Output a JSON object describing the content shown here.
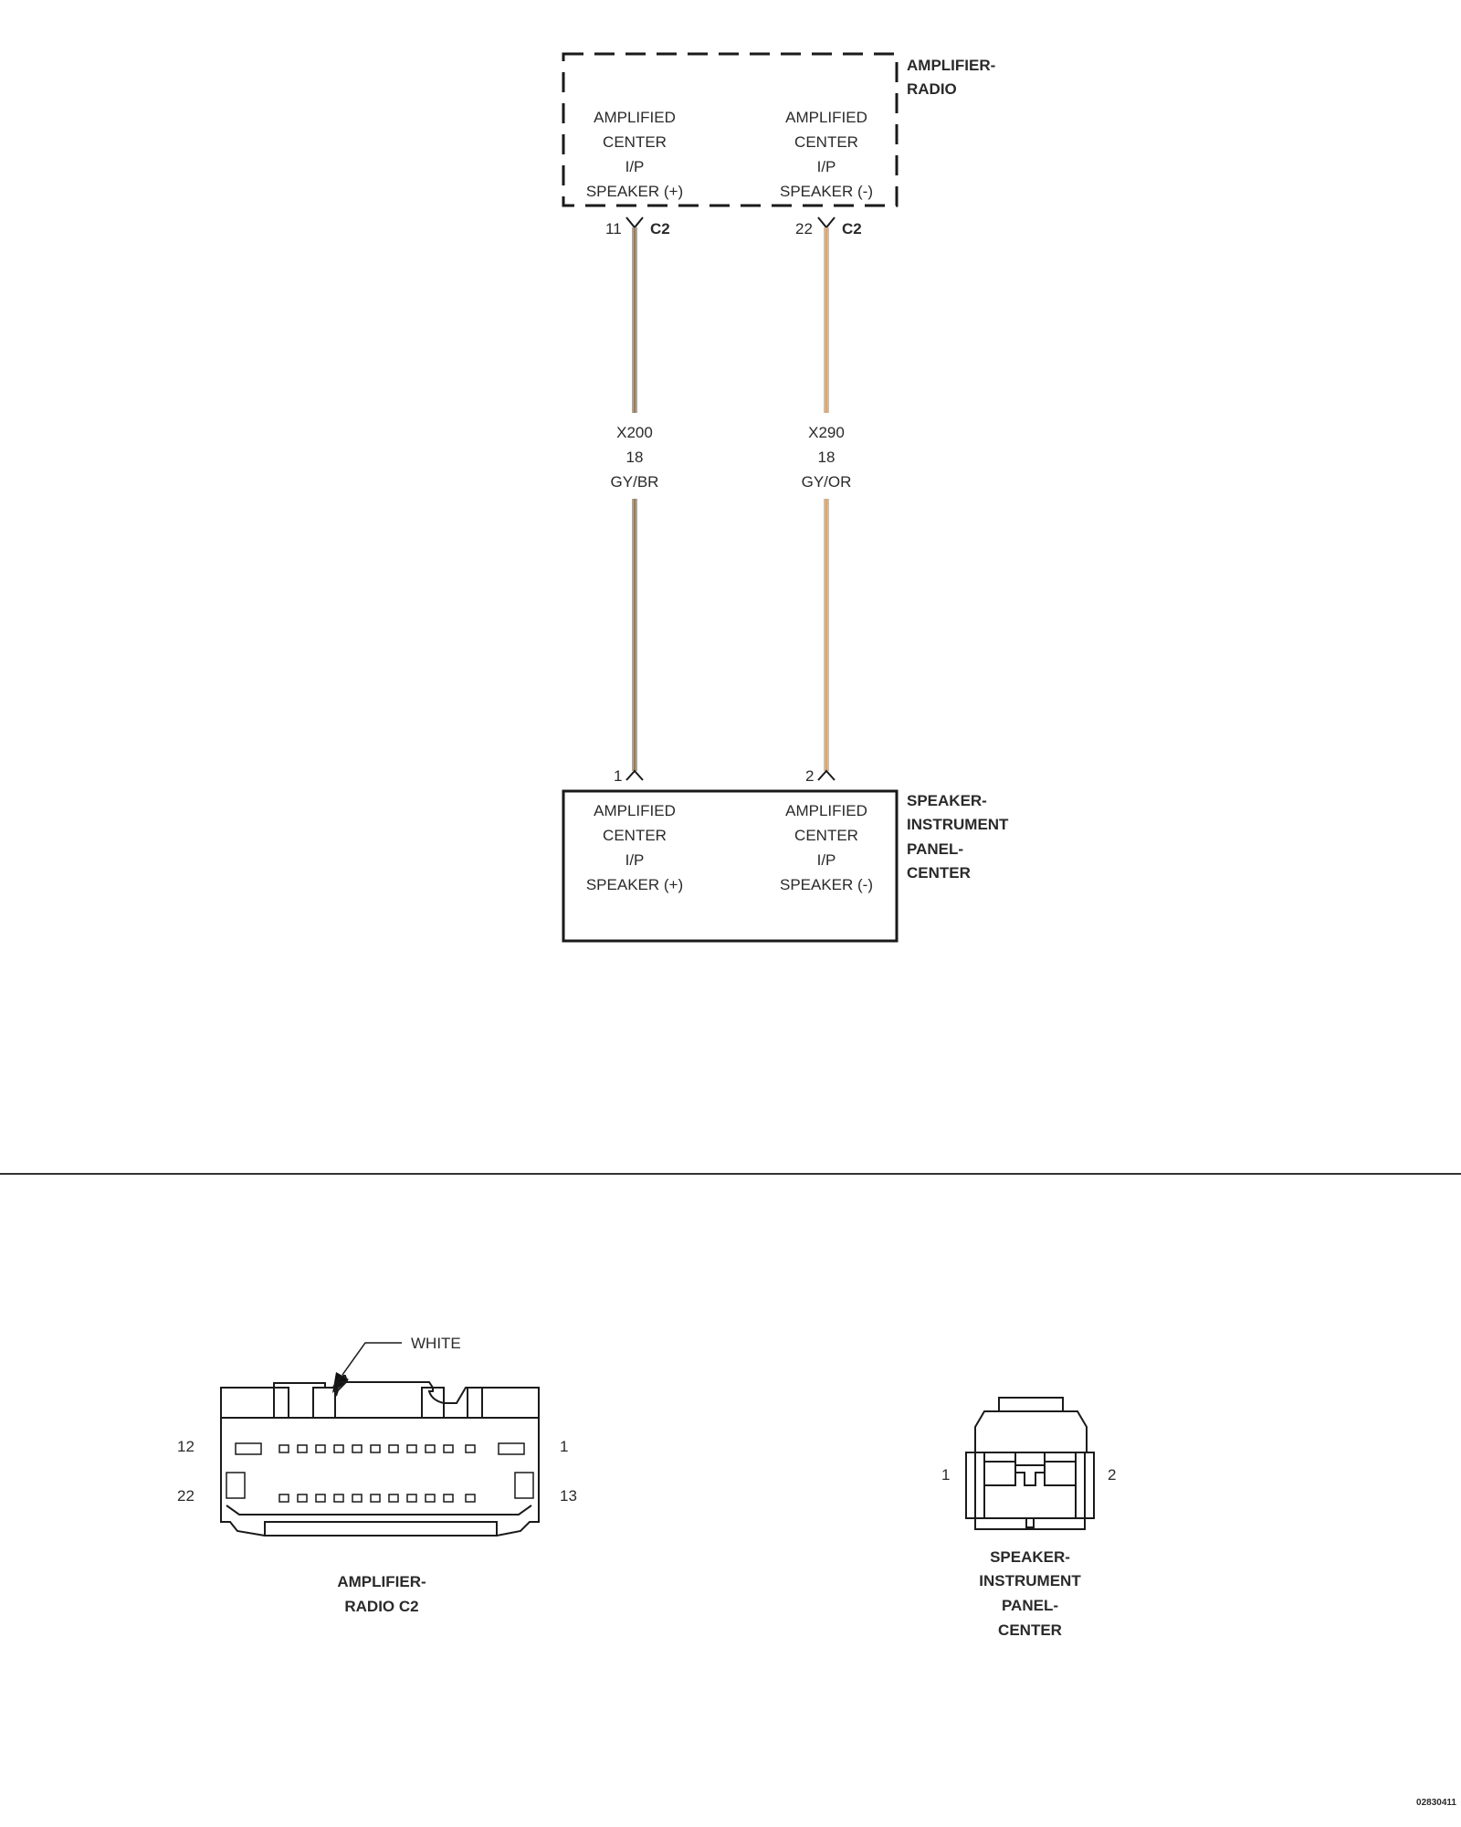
{
  "components": {
    "amplifier_radio": {
      "label_lines": [
        "AMPLIFIER-",
        "RADIO"
      ],
      "border": "dashed",
      "circuits": [
        {
          "lines": [
            "AMPLIFIED",
            "CENTER",
            "I/P",
            "SPEAKER (+)"
          ]
        },
        {
          "lines": [
            "AMPLIFIED",
            "CENTER",
            "I/P",
            "SPEAKER (-)"
          ]
        }
      ]
    },
    "speaker_ip_center": {
      "label_lines": [
        "SPEAKER-",
        "INSTRUMENT",
        "PANEL-",
        "CENTER"
      ],
      "border": "solid",
      "circuits": [
        {
          "lines": [
            "AMPLIFIED",
            "CENTER",
            "I/P",
            "SPEAKER (+)"
          ]
        },
        {
          "lines": [
            "AMPLIFIED",
            "CENTER",
            "I/P",
            "SPEAKER (-)"
          ]
        }
      ]
    }
  },
  "wires": [
    {
      "from_pin": "11",
      "from_connector": "C2",
      "to_pin": "1",
      "circuit": "X200",
      "gauge": "18",
      "color_code": "GY/BR",
      "stroke_base": "#a8a49c",
      "stroke_stripe": "#a07a4a"
    },
    {
      "from_pin": "22",
      "from_connector": "C2",
      "to_pin": "2",
      "circuit": "X290",
      "gauge": "18",
      "color_code": "GY/OR",
      "stroke_base": "#c8beb0",
      "stroke_stripe": "#f0a050"
    }
  ],
  "connector_views": {
    "amplifier_radio_c2": {
      "label_lines": [
        "AMPLIFIER-",
        "RADIO C2"
      ],
      "callout": "WHITE",
      "pin_labels": {
        "top_left": "12",
        "bottom_left": "22",
        "top_right": "1",
        "bottom_right": "13"
      }
    },
    "speaker_ip_center_view": {
      "label_lines": [
        "SPEAKER-",
        "INSTRUMENT",
        "PANEL-",
        "CENTER"
      ],
      "pin_labels": {
        "left": "1",
        "right": "2"
      }
    }
  },
  "figure_id": "02830411"
}
